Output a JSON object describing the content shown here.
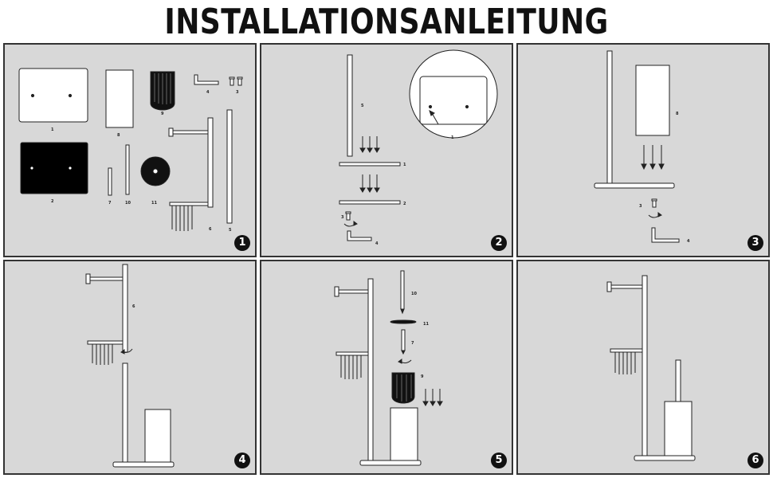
{
  "title": "INSTALLATIONSANLEITUNG",
  "steps": [
    "1",
    "2",
    "3",
    "4",
    "5",
    "6"
  ],
  "part_labels": {
    "p1": "1",
    "p2": "2",
    "p3": "3",
    "p4": "4",
    "p5": "5",
    "p6": "6",
    "p7": "7",
    "p8": "8",
    "p9": "9",
    "p10": "10",
    "p11": "11"
  },
  "colors": {
    "panel": "#d8d8d8",
    "line": "#222222",
    "part_fill": "#ffffff",
    "black_plate": "#000000"
  }
}
